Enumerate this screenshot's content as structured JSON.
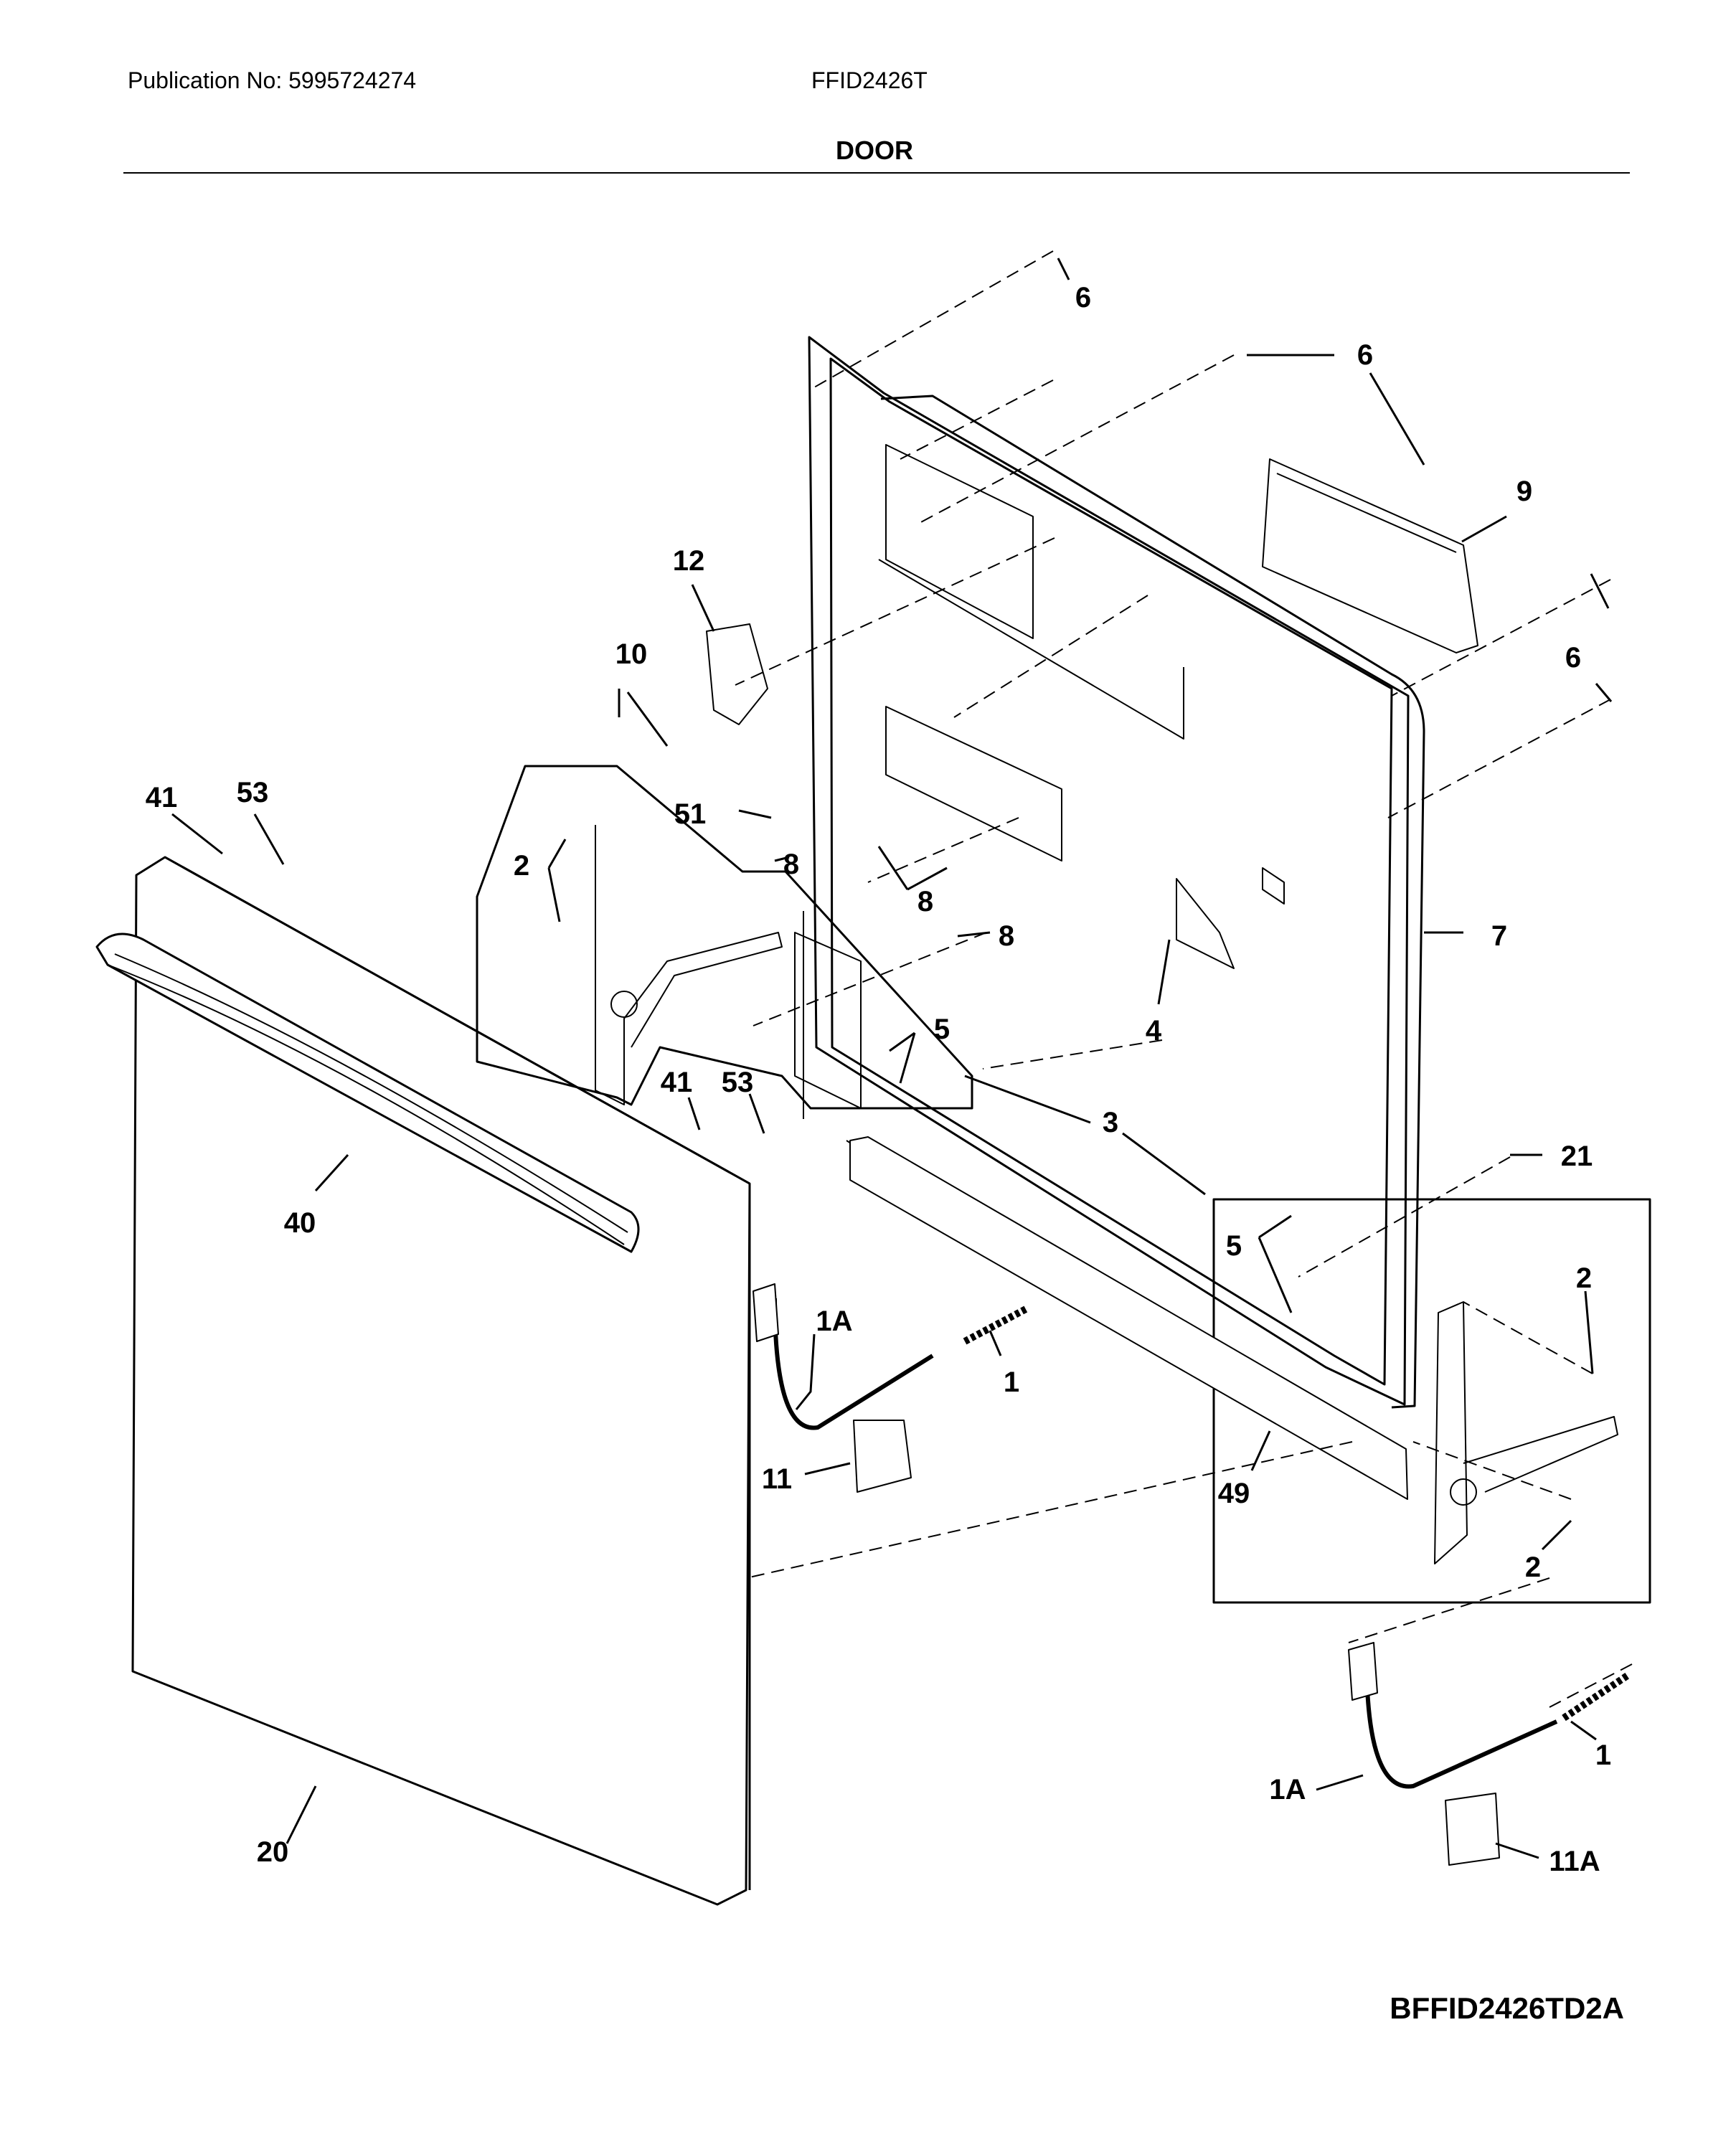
{
  "header": {
    "publication": "Publication No: 5995724274",
    "model": "FFID2426T",
    "section": "DOOR"
  },
  "diagram_code": "BFFID2426TD2A",
  "callouts": [
    {
      "id": "c6a",
      "label": "6"
    },
    {
      "id": "c6b",
      "label": "6"
    },
    {
      "id": "c6c",
      "label": "6"
    },
    {
      "id": "c9",
      "label": "9"
    },
    {
      "id": "c12",
      "label": "12"
    },
    {
      "id": "c10",
      "label": "10"
    },
    {
      "id": "c41a",
      "label": "41"
    },
    {
      "id": "c53a",
      "label": "53"
    },
    {
      "id": "c51",
      "label": "51"
    },
    {
      "id": "c2a",
      "label": "2"
    },
    {
      "id": "c8a",
      "label": "8"
    },
    {
      "id": "c8b",
      "label": "8"
    },
    {
      "id": "c8c",
      "label": "8"
    },
    {
      "id": "c7",
      "label": "7"
    },
    {
      "id": "c5a",
      "label": "5"
    },
    {
      "id": "c4",
      "label": "4"
    },
    {
      "id": "c41b",
      "label": "41"
    },
    {
      "id": "c53b",
      "label": "53"
    },
    {
      "id": "c3",
      "label": "3"
    },
    {
      "id": "c21",
      "label": "21"
    },
    {
      "id": "c40",
      "label": "40"
    },
    {
      "id": "c5b",
      "label": "5"
    },
    {
      "id": "c2b",
      "label": "2"
    },
    {
      "id": "c1Aa",
      "label": "1A"
    },
    {
      "id": "c1a",
      "label": "1"
    },
    {
      "id": "c11",
      "label": "11"
    },
    {
      "id": "c49",
      "label": "49"
    },
    {
      "id": "c2c",
      "label": "2"
    },
    {
      "id": "c1b",
      "label": "1"
    },
    {
      "id": "c1Ab",
      "label": "1A"
    },
    {
      "id": "c20",
      "label": "20"
    },
    {
      "id": "c11A",
      "label": "11A"
    }
  ]
}
